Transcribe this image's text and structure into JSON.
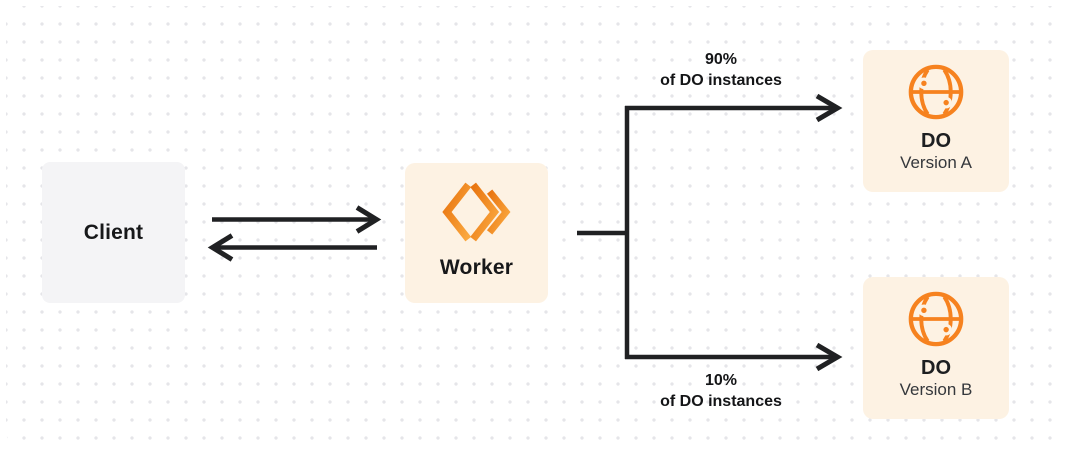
{
  "diagram": {
    "nodes": {
      "client": {
        "label": "Client"
      },
      "worker": {
        "label": "Worker",
        "icon": "cloudflare-workers-logo-icon"
      },
      "do_a": {
        "title": "DO",
        "subtitle": "Version A",
        "icon": "durable-object-globe-icon"
      },
      "do_b": {
        "title": "DO",
        "subtitle": "Version B",
        "icon": "durable-object-globe-icon"
      }
    },
    "edges": {
      "client_worker": {
        "type": "bidirectional-arrows"
      },
      "branch_top": {
        "percent": "90%",
        "caption": "of DO instances",
        "target": "do_a"
      },
      "branch_bottom": {
        "percent": "10%",
        "caption": "of DO instances",
        "target": "do_b"
      }
    },
    "colors": {
      "background": "#ffffff",
      "dot_grid": "#e5e5e9",
      "client_box": "#f4f4f6",
      "orange_box": "#fdf2e3",
      "brand_orange": "#f6821f",
      "brand_orange_dark": "#e8740f",
      "brand_orange_light": "#fbaa41",
      "line": "#202123",
      "text_primary": "#17181a",
      "text_secondary": "#35383c"
    }
  }
}
